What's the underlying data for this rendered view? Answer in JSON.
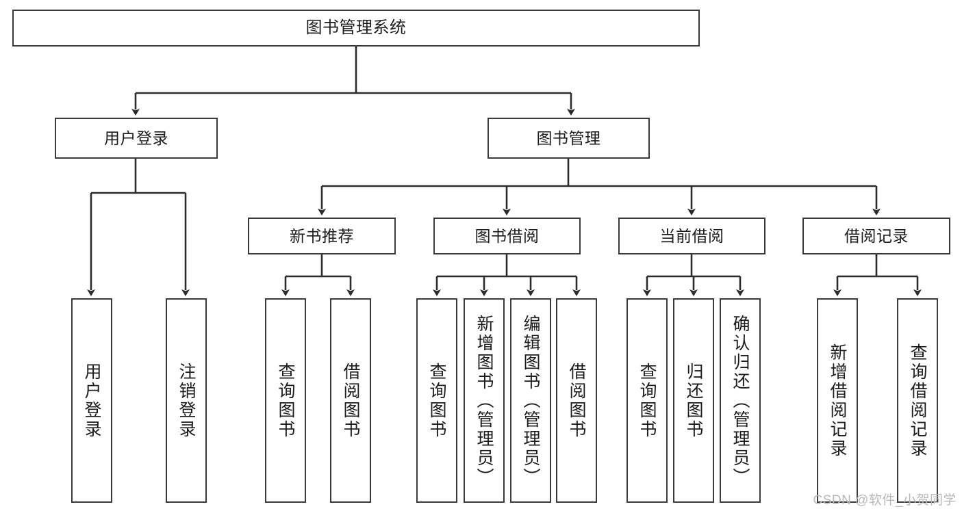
{
  "diagram": {
    "title": "图书管理系统",
    "type": "功能结构图",
    "colors": {
      "box_border": "#3a3a3a",
      "box_fill": "#ffffff",
      "connector": "#2b2b2b",
      "text": "#1c1c1c",
      "watermark": "#b9b9b9",
      "background": "#ffffff"
    }
  },
  "root": {
    "label": "图书管理系统"
  },
  "level2": [
    {
      "label": "用户登录"
    },
    {
      "label": "图书管理"
    }
  ],
  "level3": [
    {
      "label": "新书推荐"
    },
    {
      "label": "图书借阅"
    },
    {
      "label": "当前借阅"
    },
    {
      "label": "借阅记录"
    }
  ],
  "leaves": {
    "user_login": [
      {
        "label": "用户登录"
      },
      {
        "label": "注销登录"
      }
    ],
    "new_book_recommend": [
      {
        "label": "查询图书"
      },
      {
        "label": "借阅图书"
      }
    ],
    "book_borrow": [
      {
        "label": "查询图书"
      },
      {
        "label": "新增图书（管理员）"
      },
      {
        "label": "编辑图书（管理员）"
      },
      {
        "label": "借阅图书"
      }
    ],
    "current_borrow": [
      {
        "label": "查询图书"
      },
      {
        "label": "归还图书"
      },
      {
        "label": "确认归还（管理员）"
      }
    ],
    "borrow_record": [
      {
        "label": "新增借阅记录"
      },
      {
        "label": "查询借阅记录"
      }
    ]
  },
  "watermark": {
    "text": "CSDN @软件_小贺同学"
  }
}
